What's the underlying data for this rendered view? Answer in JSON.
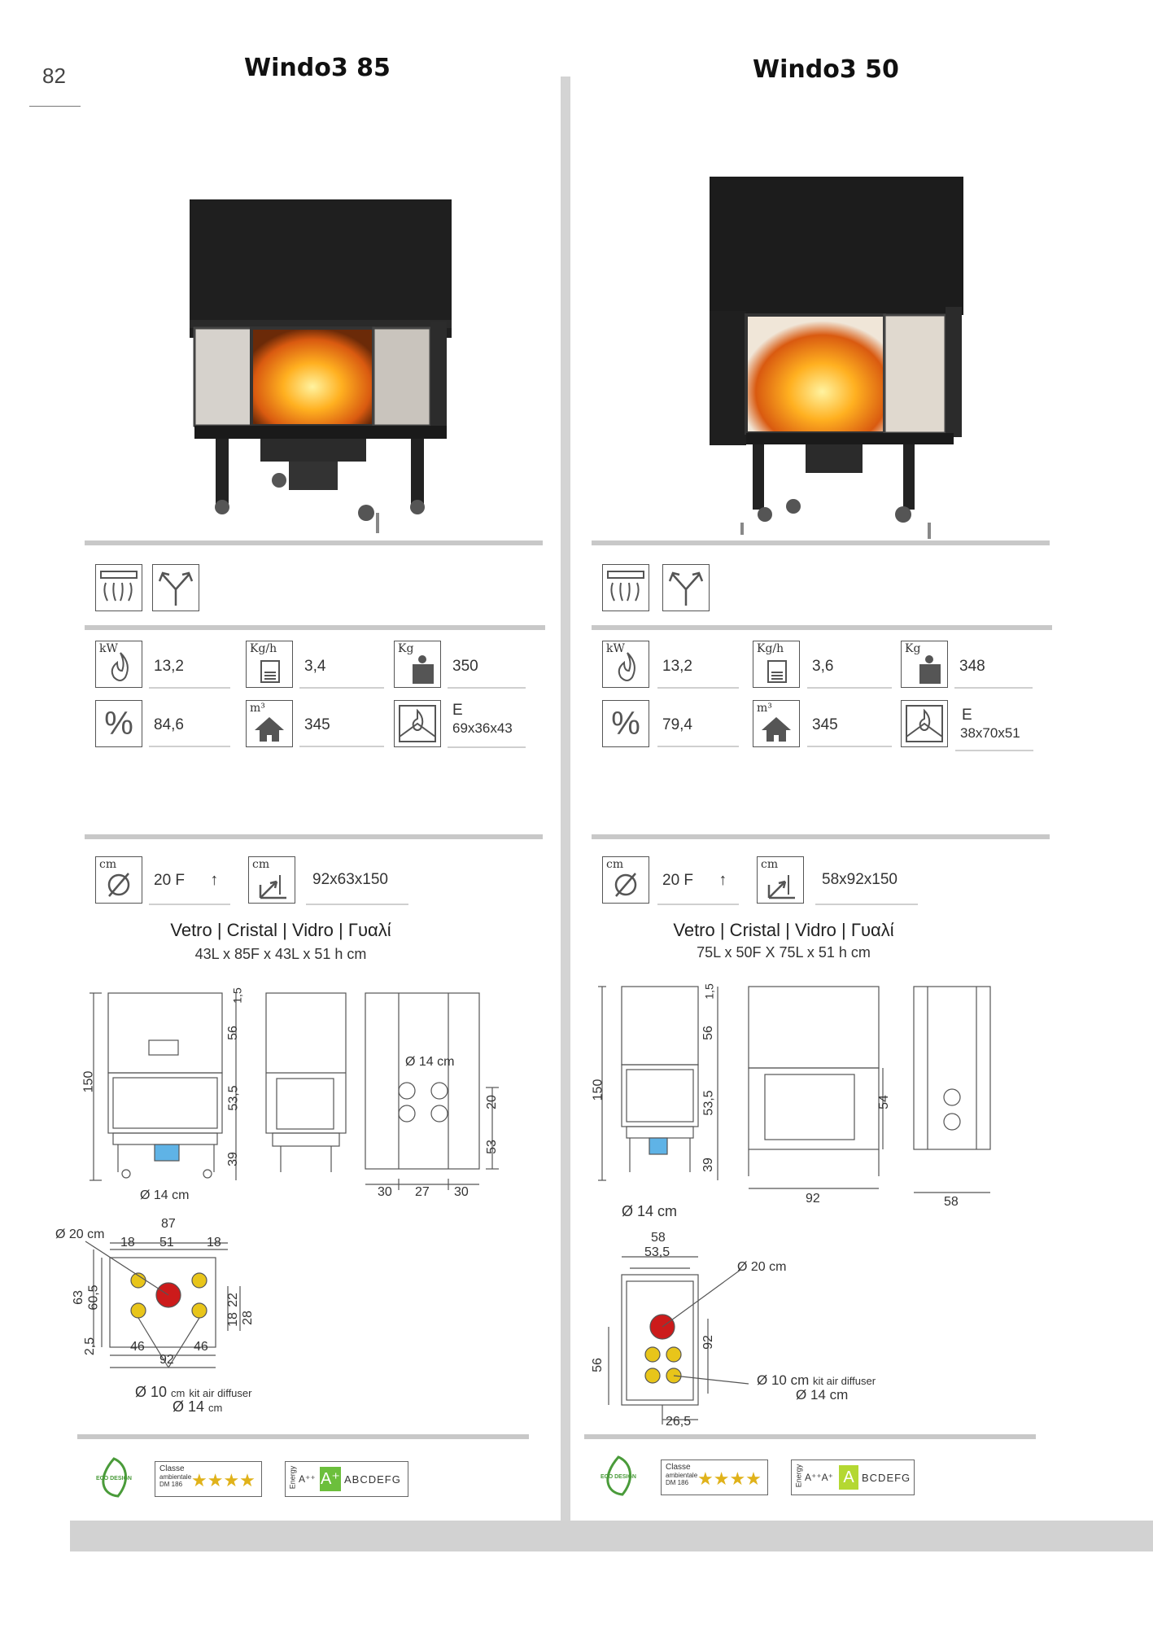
{
  "page_number": "82",
  "products": [
    {
      "title": "Windo3 85",
      "kw": "13,2",
      "kgh": "3,4",
      "kg": "350",
      "efficiency": "84,6",
      "volume": "345",
      "class_letter": "E",
      "firebox": "69x36x43",
      "flue": "20 F",
      "footprint": "92x63x150",
      "glass_heading": "Vetro | Cristal | Vidro | Γυαλί",
      "glass_dims": "43L x 85F x 43L x 51 h cm",
      "drawing": {
        "h150": "150",
        "h15": "1,5",
        "h56": "56",
        "h535": "53,5",
        "h39": "39",
        "d14": "Ø 14 cm",
        "d14b": "Ø 14 cm",
        "h20": "20",
        "h53": "53",
        "w30a": "30",
        "w27": "27",
        "w30b": "30",
        "d20": "Ø 20 cm",
        "w87": "87",
        "w18a": "18",
        "w51": "51",
        "w18b": "18",
        "h63": "63",
        "h605": "60,5",
        "h25": "2,5",
        "h22": "22",
        "h18": "18",
        "h28": "28",
        "w46a": "46",
        "w46b": "46",
        "w92": "92",
        "d10": "Ø 10",
        "cm1": "cm",
        "kit": "kit air diffuser",
        "d14c": "Ø 14",
        "cm2": "cm"
      },
      "classe_label": "Classe",
      "classe_sub": "ambientale",
      "classe_dm": "DM 186",
      "stars": "★★★★",
      "energy_label": "Energy",
      "energy_prefix": "A⁺⁺",
      "energy_highlight": "A⁺",
      "energy_rest": "ABCDEFG",
      "eco_label": "ECO DESIGN"
    },
    {
      "title": "Windo3 50",
      "kw": "13,2",
      "kgh": "3,6",
      "kg": "348",
      "efficiency": "79,4",
      "volume": "345",
      "class_letter": "E",
      "firebox": "38x70x51",
      "flue": "20 F",
      "footprint": "58x92x150",
      "glass_heading": "Vetro | Cristal | Vidro | Γυαλί",
      "glass_dims": "75L x 50F X 75L x 51 h cm",
      "drawing": {
        "h150": "150",
        "h15": "1,5",
        "h56": "56",
        "h535": "53,5",
        "h39": "39",
        "h54": "54",
        "w92": "92",
        "w58": "58",
        "d14": "Ø 14 cm",
        "w58b": "58",
        "w535": "53,5",
        "d20": "Ø 20 cm",
        "h92": "92",
        "h56b": "56",
        "d10": "Ø 10 cm",
        "kit": "kit air diffuser",
        "d14b": "Ø 14 cm",
        "w265": "26,5"
      },
      "classe_label": "Classe",
      "classe_sub": "ambientale",
      "classe_dm": "DM 186",
      "stars": "★★★★",
      "energy_label": "Energy",
      "energy_prefix": "A⁺⁺A⁺",
      "energy_highlight": "A",
      "energy_rest": "BCDEFG",
      "eco_label": "ECO DESIGN"
    }
  ],
  "icons": {
    "kw_label": "kW",
    "kgh_label": "Kg/h",
    "kg_label": "Kg",
    "percent_label": "%",
    "m3_label": "m³",
    "cm_label": "cm"
  }
}
